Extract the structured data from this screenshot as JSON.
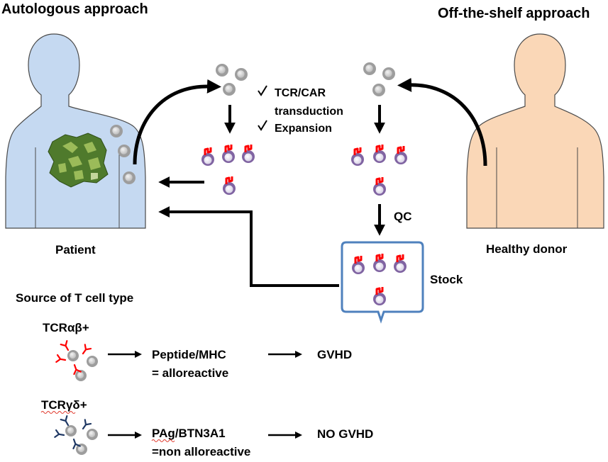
{
  "left_header": {
    "title": "Autologous approach",
    "person_label": "Patient"
  },
  "right_header": {
    "title": "Off-the-shelf approach",
    "person_label": "Healthy donor"
  },
  "process_steps": [
    "TCR/CAR",
    "transduction",
    "Expansion"
  ],
  "qc_label": "QC",
  "stock_label": "Stock",
  "source": {
    "heading": "Source of T cell type",
    "rows": [
      {
        "type": "TCRαβ+",
        "recognition_line1": "Peptide/MHC",
        "recognition_line2": "= alloreactive",
        "outcome": "GVHD"
      },
      {
        "type_prefix": "TCR",
        "type_greek": "γδ",
        "type_suffix": "+",
        "recognition_prefix": "PAg",
        "recognition_suffix": "/BTN3A1",
        "recognition_line2": "=non alloreactive",
        "outcome": "NO GVHD"
      }
    ]
  },
  "colors": {
    "patient_body": "#c5d9f1",
    "donor_body": "#fad7b7",
    "tumor": "#5c8a38",
    "cell_gray": "#a6a6a6",
    "cell_purple": "#8064a2",
    "tcr_red": "#ff0000",
    "tcr_blue": "#1f3864",
    "stock_border": "#4f81bd"
  }
}
